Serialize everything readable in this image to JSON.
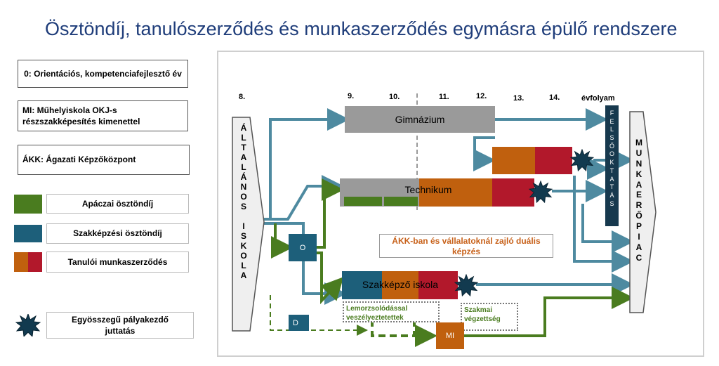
{
  "title": "Ösztöndíj, tanulószerződés és munkaszerződés egymásra épülő rendszere",
  "legend": {
    "orientation": "0: Orientációs, kompetenciafejlesztő év",
    "workshop": "MI: Műhelyiskola OKJ-s részszakképesítés kimenettel",
    "akk": "ÁKK: Ágazati Képzőközpont",
    "apaczai": "Apáczai ösztöndíj",
    "vocational_scholarship": "Szakképzési ösztöndíj",
    "apprentice_contract": "Tanulói munkaszerződés",
    "lump_sum": "Egyösszegű pályakezdő juttatás"
  },
  "grades": {
    "g8": "8.",
    "g9": "9.",
    "g10": "10.",
    "g11": "11.",
    "g12": "12.",
    "g13": "13.",
    "g14": "14.",
    "evfolyam": "évfolyam"
  },
  "schools": {
    "altalanos": [
      "Á",
      "L",
      "T",
      "A",
      "L",
      "Á",
      "N",
      "O",
      "S",
      "",
      "I",
      "S",
      "K",
      "O",
      "L",
      "A"
    ],
    "gimnazium": "Gimnázium",
    "technikum": "Technikum",
    "szakkepzo": "Szakképző iskola",
    "felsooktatas": [
      "F",
      "E",
      "L",
      "S",
      "Ő",
      "O",
      "K",
      "T",
      "A",
      "T",
      "Á",
      "S"
    ],
    "munkaeropiac": [
      "M",
      "U",
      "N",
      "K",
      "A",
      "E",
      "R",
      "Ő",
      "P",
      "I",
      "A",
      "C"
    ]
  },
  "boxes": {
    "o_box": "O",
    "d_box": "D",
    "mi_box": "MI",
    "dual": "ÁKK-ban és vállalatoknál zajló duális képzés",
    "dropout": "Lemorzsolódással veszélyeztetettek",
    "qualification": "Szakmai végzettség"
  },
  "colors": {
    "title": "#1f3d7a",
    "green": "#4a7c1f",
    "teal": "#1d5f7a",
    "arrow_teal": "#4e8aa0",
    "orange": "#c0600e",
    "red": "#b2182b",
    "gray": "#9a9a9a"
  }
}
